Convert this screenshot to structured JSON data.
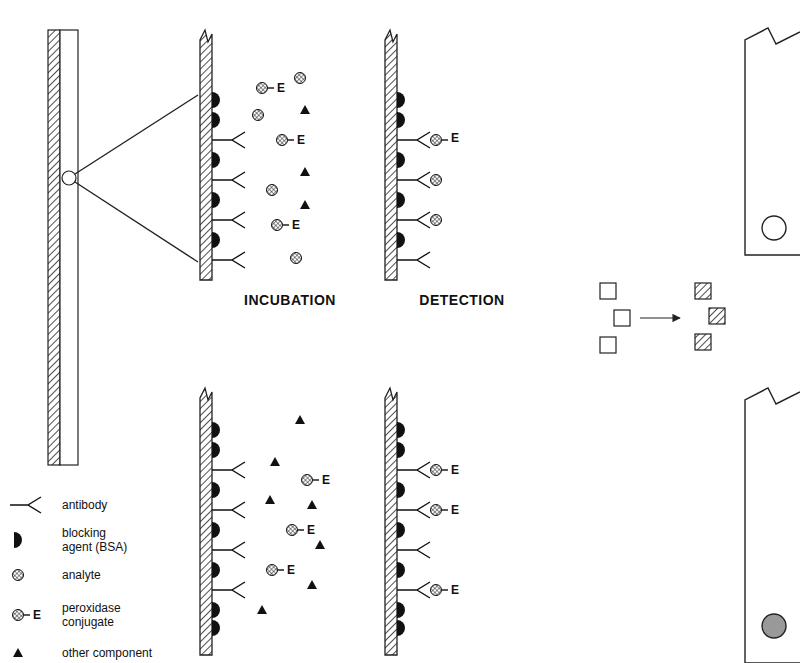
{
  "diagram": {
    "labels": [
      "INCUBATION",
      "DETECTION",
      "E",
      "E",
      "E",
      "E",
      "E",
      "E",
      "E",
      "E",
      "E",
      "E",
      "E"
    ],
    "legend": [
      {
        "text": "antibody"
      },
      {
        "text": "blocking agent (BSA)"
      },
      {
        "text": "analyte"
      },
      {
        "text": "peroxidase conjugate"
      },
      {
        "text": "other component"
      }
    ]
  }
}
